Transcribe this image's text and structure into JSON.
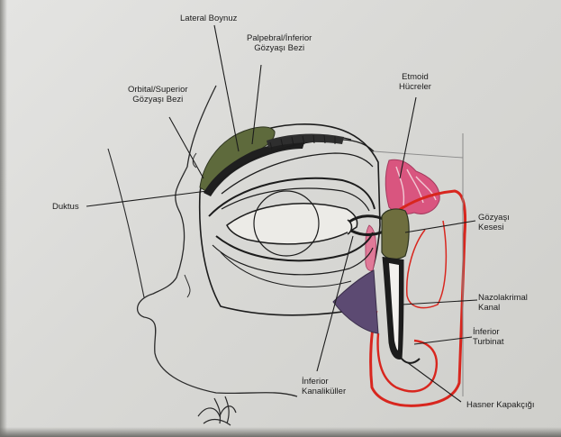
{
  "labels": {
    "lateral_boynuz": "Lateral Boynuz",
    "palpebral_line1": "Palpebral/İnferior",
    "palpebral_line2": "Gözyaşı Bezi",
    "etmoid_line1": "Etmoid",
    "etmoid_line2": "Hücreler",
    "orbital_line1": "Orbital/Superior",
    "orbital_line2": "Gözyaşı Bezi",
    "duktus": "Duktus",
    "gozyasi_line1": "Gözyaşı",
    "gozyasi_line2": "Kesesi",
    "nazolakrimal_line1": "Nazolakrimal",
    "nazolakrimal_line2": "Kanal",
    "inferior_turbinat_line1": "İnferior",
    "inferior_turbinat_line2": "Turbinat",
    "inferior_kanal_line1": "İnferior",
    "inferior_kanal_line2": "Kanaliküller",
    "hasner": "Hasner Kapakçığı"
  },
  "colors": {
    "gland": "#5e6a3c",
    "sac": "#6e6e3e",
    "ethmoid": "#d9557f",
    "nasal_red": "#d8261e",
    "canal_purple": "#5c4a72",
    "line": "#1c1c1c"
  }
}
